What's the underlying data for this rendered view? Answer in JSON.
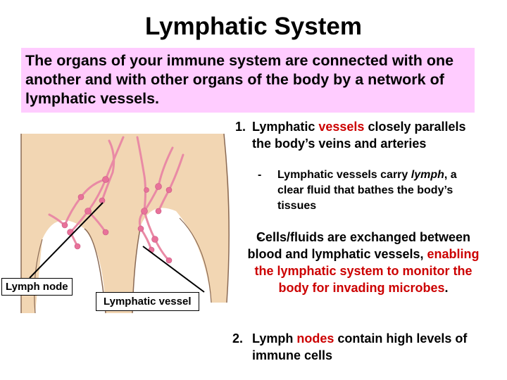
{
  "title": "Lymphatic System",
  "intro": "The organs of your immune system are connected with one another and with other organs of the body by a network of lymphatic vessels.",
  "figure": {
    "label_node": "Lymph node",
    "label_vessel": "Lymphatic vessel",
    "colors": {
      "skin": "#f2d6b3",
      "outline": "#8a6a55",
      "vessel": "#e98aa5",
      "node": "#e8729a"
    }
  },
  "point1": {
    "number": "1.",
    "text_a": "Lymphatic ",
    "text_red": "vessels",
    "text_b": " closely parallels the body’s veins and arteries"
  },
  "sub1": {
    "dash": "-",
    "text_a": "Lymphatic vessels carry ",
    "text_italic": "lymph",
    "text_b": ", a clear fluid that bathes the body’s tissues"
  },
  "sub2": {
    "dash": "-",
    "text_a": "Cells/fluids are exchanged between blood and lymphatic vessels, ",
    "text_red": "enabling the lymphatic system to monitor the body for invading microbes",
    "text_b": "."
  },
  "point2": {
    "number": "2.",
    "text_a": "Lymph ",
    "text_red": "nodes",
    "text_b": " contain high levels of immune cells"
  }
}
